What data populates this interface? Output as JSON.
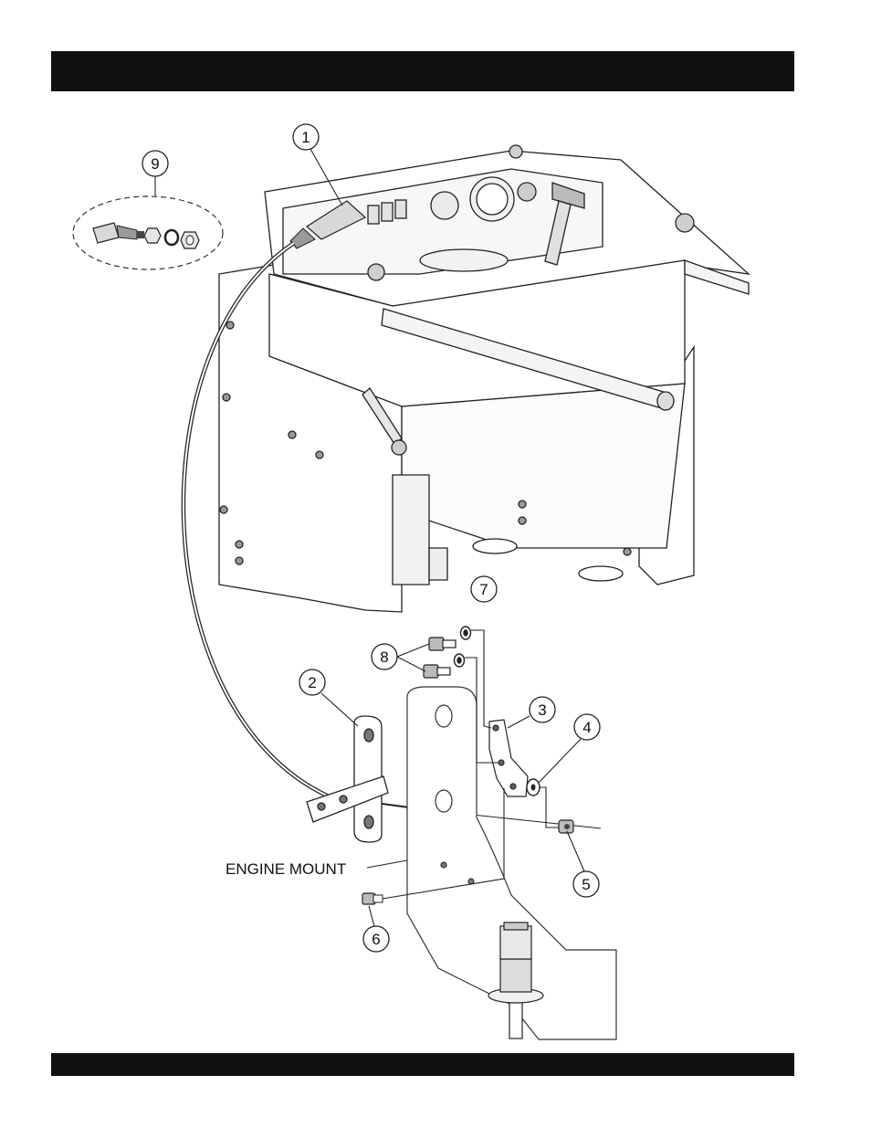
{
  "callouts": {
    "c1": "1",
    "c2": "2",
    "c3": "3",
    "c4": "4",
    "c5": "5",
    "c6": "6",
    "c7": "7",
    "c8": "8",
    "c9": "9"
  },
  "labels": {
    "engine_mount": "ENGINE MOUNT"
  }
}
